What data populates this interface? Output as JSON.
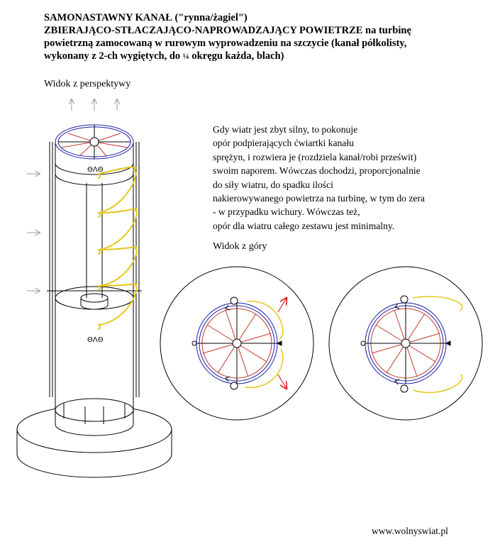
{
  "title": {
    "line1": "SAMONASTAWNY KANAŁ (\"rynna/żagiel\")",
    "line2": "ZBIERAJĄCO-STŁACZAJĄCO-NAPROWADZAJĄCY POWIETRZE na turbinę",
    "line3": "powietrzną zamocowaną w rurowym wyprowadzeniu na szczycie (kanał półkolisty,",
    "line4_prefix": "wykonany z 2-ch wygiętych, do",
    "line4_fraction": "¼",
    "line4_suffix": "okręgu każda, blach)"
  },
  "labels": {
    "perspective": "Widok z perspektywy",
    "top_view": "Widok z góry",
    "turbine_mark_upper": "ΘΛΘ",
    "turbine_mark_lower": "ΘΛΘ"
  },
  "description": [
    "Gdy wiatr jest zbyt silny, to pokonuje",
    "opór podpierających ćwiartki kanału",
    "sprężyn, i rozwiera je (rozdziela kanał/robi prześwit)",
    "swoim naporem. Wówczas dochodzi, proporcjonalnie",
    "do siły wiatru, do spadku ilości",
    "nakierowywanego powietrza na turbinę, w tym do zera",
    "- w przypadku wichury. Wówczas też,",
    "opór dla wiatru całego zestawu jest minimalny."
  ],
  "website": "www.wolnyswiat.pl",
  "colors": {
    "outline": "#000000",
    "turbine_ring": "#1f1fa8",
    "blades": "#c0392b",
    "spring": "#e6c619",
    "wind_arrows": "#999999",
    "open_arrows": "#e02020"
  }
}
